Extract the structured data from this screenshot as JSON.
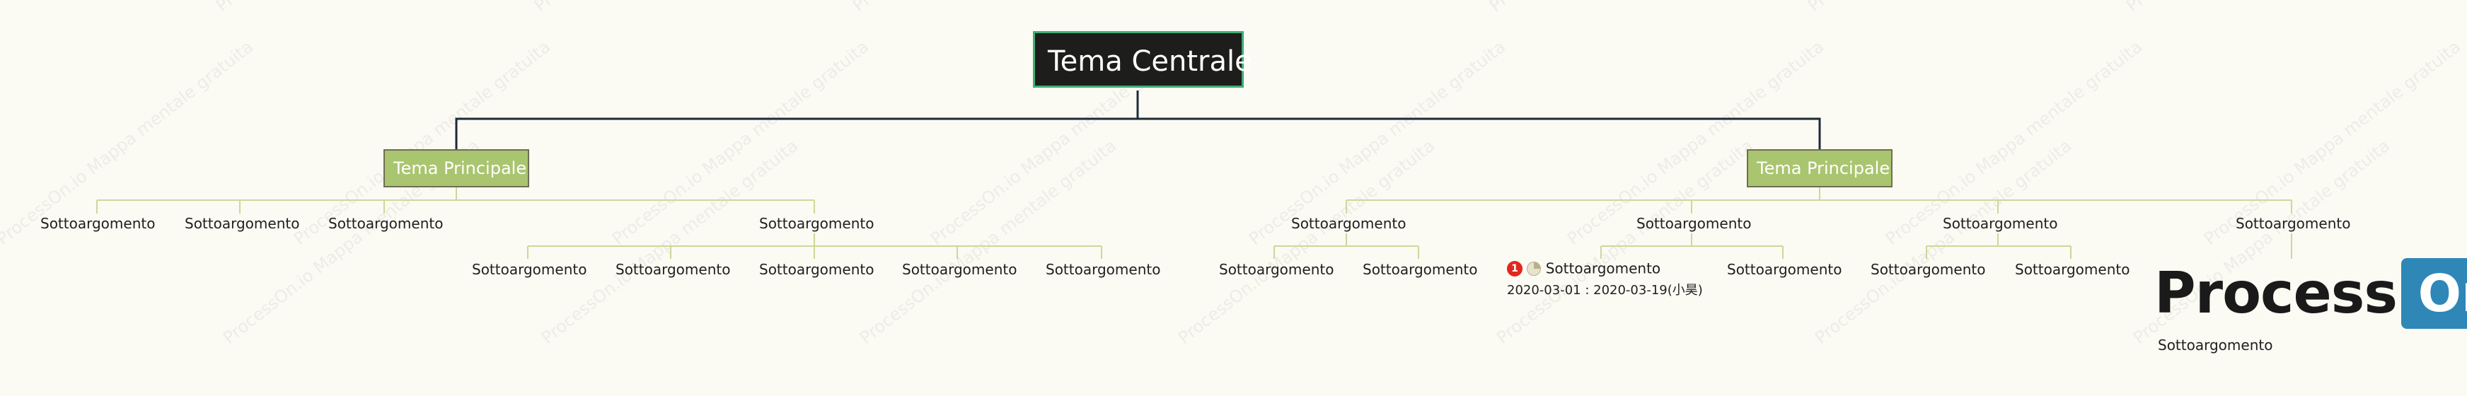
{
  "watermark_text": "ProcessOn.io Mappa mentale gratuita",
  "central": {
    "label": "Tema Centrale"
  },
  "left_main": {
    "label": "Tema Principale",
    "subs": [
      "Sottoargomento",
      "Sottoargomento",
      "Sottoargomento",
      "Sottoargomento"
    ],
    "subsubs": [
      "Sottoargomento",
      "Sottoargomento",
      "Sottoargomento",
      "Sottoargomento",
      "Sottoargomento"
    ]
  },
  "right_main": {
    "label": "Tema Principale",
    "subs": [
      "Sottoargomento",
      "Sottoargomento",
      "Sottoargomento",
      "Sottoargomento"
    ],
    "group1": [
      "Sottoargomento",
      "Sottoargomento"
    ],
    "group2": [
      "Sottoargomento",
      "Sottoargomento"
    ],
    "task": {
      "priority": "1",
      "date_range": "2020-03-01 : 2020-03-19(小昊)"
    },
    "group3": [
      "Sottoargomento",
      "Sottoargomento"
    ],
    "group4": [
      "Sottoargomento"
    ]
  },
  "logo": {
    "text": "Process",
    "box_text": "On"
  },
  "colors": {
    "central_bg": "#1d1d1b",
    "central_border": "#3fae74",
    "main_bg": "#a9c56f",
    "line_dark": "#1d2a38",
    "line_light": "#cfd79a"
  }
}
